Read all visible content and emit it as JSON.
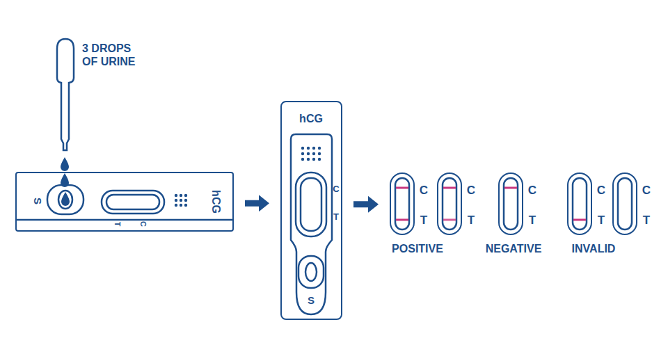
{
  "diagram": {
    "nodes": [
      {
        "text": [
          "S",
          "T",
          "C",
          "hCG"
        ]
      },
      {
        "text": [
          "hCG",
          "C",
          "T",
          "S"
        ]
      },
      {
        "text": [
          "C",
          "T"
        ]
      },
      {
        "text": [
          "C",
          "T"
        ]
      },
      {
        "text": [
          "C",
          "T"
        ]
      },
      {
        "text": [
          "C",
          "T"
        ]
      },
      {
        "text": [
          "C",
          "T"
        ]
      }
    ],
    "edges": [
      {
        "from": 0,
        "to": 1,
        "arrow": "to"
      },
      {
        "from": 1,
        "to": 2,
        "arrow": "to"
      }
    ],
    "labels": [
      "3 DROPS OF URINE",
      "POSITIVE",
      "NEGATIVE",
      "INVALID"
    ]
  }
}
